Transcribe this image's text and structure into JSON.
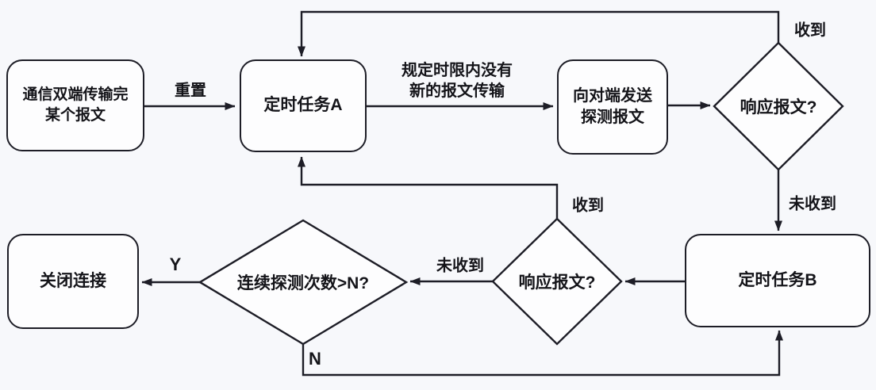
{
  "flowchart": {
    "colors": {
      "background": "#f7f8fb",
      "line": "#1d1d26",
      "node_fill": "#fdfdfe",
      "text": "#141419"
    },
    "nodes": {
      "transmission_done": {
        "line1": "通信双端传输完",
        "line2": "某个报文"
      },
      "timer_a": {
        "label": "定时任务A"
      },
      "send_probe": {
        "line1": "向对端发送",
        "line2": "探测报文"
      },
      "response_check_1": {
        "label": "响应报文?"
      },
      "timer_b": {
        "label": "定时任务B"
      },
      "response_check_2": {
        "label": "响应报文?"
      },
      "probe_count_check": {
        "label": "连续探测次数>N?"
      },
      "close_connection": {
        "label": "关闭连接"
      }
    },
    "edge_labels": {
      "reset": "重置",
      "timeout_line1": "规定时限内没有",
      "timeout_line2": "新的报文传输",
      "received_top": "收到",
      "not_received_right": "未收到",
      "received_middle": "收到",
      "not_received_middle": "未收到",
      "yes": "Y",
      "no": "N"
    }
  }
}
